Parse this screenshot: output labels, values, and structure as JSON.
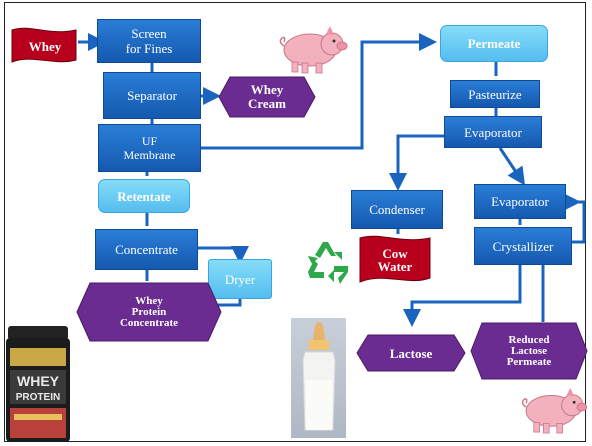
{
  "nodes": {
    "whey": "Whey",
    "screen": "Screen\nfor Fines",
    "separator": "Separator",
    "whey_cream": "Whey\nCream",
    "uf_membrane": "UF\nMembrane",
    "retentate": "Retentate",
    "concentrate": "Concentrate",
    "dryer": "Dryer",
    "wpc": "Whey\nProtein\nConcentrate",
    "permeate": "Permeate",
    "pasteurize": "Pasteurize",
    "evaporator1": "Evaporator",
    "condenser": "Condenser",
    "cow_water": "Cow\nWater",
    "evaporator2": "Evaporator",
    "crystallizer": "Crystallizer",
    "lactose": "Lactose",
    "rlp": "Reduced\nLactose\nPermeate"
  },
  "images": {
    "tub_brand": "WHEY",
    "tub_brand2": "PROTEIN"
  },
  "colors": {
    "dark_box": "#1a64c0",
    "light_box": "#6ccdf5",
    "purple": "#6a2c91",
    "red_flag": "#b8001c",
    "arrow": "#1a64c0",
    "recycle": "#2ea84a",
    "pig": "#f3b0bd"
  },
  "icons": [
    "pig-icon",
    "recycle-icon",
    "protein-tub-image",
    "baby-bottle-image"
  ]
}
